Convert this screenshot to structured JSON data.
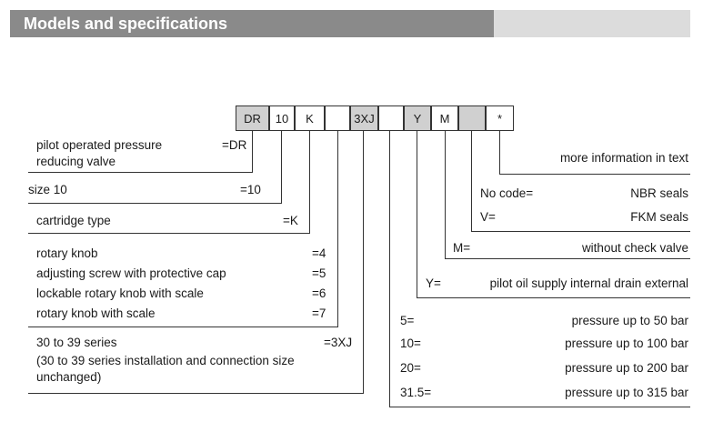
{
  "header": {
    "title": "Models and specifications"
  },
  "code": [
    {
      "id": "dr",
      "text": "DR",
      "gray": true
    },
    {
      "id": "size",
      "text": "10",
      "gray": false
    },
    {
      "id": "k",
      "text": "K",
      "gray": false
    },
    {
      "id": "adj",
      "text": "",
      "gray": false
    },
    {
      "id": "series",
      "text": "3XJ",
      "gray": true
    },
    {
      "id": "pressure",
      "text": "",
      "gray": false
    },
    {
      "id": "y",
      "text": "Y",
      "gray": true
    },
    {
      "id": "m",
      "text": "M",
      "gray": false
    },
    {
      "id": "seal",
      "text": "",
      "gray": true
    },
    {
      "id": "more",
      "text": "*",
      "gray": false
    }
  ],
  "left": {
    "dr_label_1": "pilot operated pressure",
    "dr_label_2": "reducing valve",
    "dr_code": "=DR",
    "size_label": "size 10",
    "size_code": "=10",
    "cart_label": "cartridge type",
    "cart_code": "=K",
    "adj": [
      {
        "label": "rotary knob",
        "code": "=4"
      },
      {
        "label": "adjusting screw with protective cap",
        "code": "=5"
      },
      {
        "label": "lockable rotary knob with scale",
        "code": "=6"
      },
      {
        "label": "rotary knob with scale",
        "code": "=7"
      }
    ],
    "series_label": "30 to 39 series",
    "series_code": "=3XJ",
    "series_note_1": "(30 to 39 series installation and connection size",
    "series_note_2": "unchanged)"
  },
  "right": {
    "more": "more information in text",
    "seals": [
      {
        "code": "No code=",
        "label": "NBR seals"
      },
      {
        "code": "V=",
        "label": "FKM seals"
      }
    ],
    "m_code": "M=",
    "m_label": "without check valve",
    "y_code": "Y=",
    "y_label": "pilot oil supply internal drain external",
    "pressures": [
      {
        "code": "5=",
        "label": "pressure up to 50 bar"
      },
      {
        "code": "10=",
        "label": "pressure up to 100 bar"
      },
      {
        "code": "20=",
        "label": "pressure up to 200 bar"
      },
      {
        "code": "31.5=",
        "label": "pressure up to 315 bar"
      }
    ]
  }
}
